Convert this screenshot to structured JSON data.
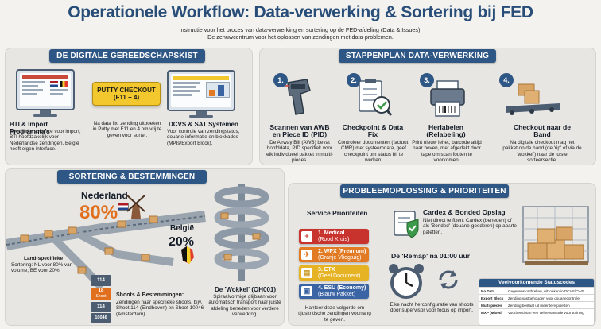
{
  "header": {
    "title": "Operationele Workflow: Data-verwerking & Sortering bij FED",
    "subtitle_line1": "Instructie voor het proces van data-verwerking en sortering op de FED-afdeling (Data & Issues).",
    "subtitle_line2": "De zenuwcentrum voor het oplossen van zendingen met data-problemen."
  },
  "tools": {
    "banner": "DE DIGITALE GEREEDSCHAPSKIST",
    "bti_title": "BTI & Import Programma's",
    "bti_text": "Specifieke software voor import; BTI hoofdzakelijk voor Nederlandse zendingen, België heeft eigen interface.",
    "putty_label": "PUTTY CHECKOUT",
    "putty_keys": "(F11 + 4)",
    "putty_text": "Na data fix: zending uitboeken in Putty met F11 en 4 om vrij te geven voor sorter.",
    "dcvs_title": "DCVS & SAT Systemen",
    "dcvs_text": "Voor controle van zendingstatus, douane-informatie en blokkades (MPIs/Export Block)."
  },
  "steps": {
    "banner": "STAPPENPLAN DATA-VERWERKING",
    "items": [
      {
        "num": "1.",
        "title": "Scannen van AWB en Piece ID (PID)",
        "text": "De Airway Bill (AWB) bevat hoofddata, PID specifiek voor elk individueel pakket in multi-pieces."
      },
      {
        "num": "2.",
        "title": "Checkpoint & Data Fix",
        "text": "Controleer documenten (factuut, CMR) met systeemdata, geef checkpoint om status bij te werken."
      },
      {
        "num": "3.",
        "title": "Herlabelen (Relabeling)",
        "text": "Print nieuw lehet; barcode altijd naar boven, met afgedekt door tape om scan fouten te voorkomen."
      },
      {
        "num": "4.",
        "title": "Checkout naar de Band",
        "text": "Na digitale checkout mag het pakket op de hand (de 'rip' of via de 'wokkel') naar de juiste sorteersectie."
      }
    ]
  },
  "sorting": {
    "banner": "SORTERING & BESTEMMINGEN",
    "nl_label": "Nederland",
    "nl_pct": "80%",
    "be_label": "België",
    "be_pct": "20%",
    "land_title": "Land-specifieke",
    "land_text": "Sortering: NL voor 80% van volume, BE voor 20%.",
    "shoot_a": "114",
    "shoot_b": "18",
    "shoot_b_sub": "Shoot",
    "shoot_c": "114",
    "shoot_d": "10046",
    "shoots_title": "Shoots & Bestemmingen:",
    "shoots_text": "Zendingen naar specifieke shoots, bijv. Shoot 114 (Eindhoven) en Shoot 10046 (Amsterdam).",
    "wokkel_title": "De 'Wokkel' (OH001)",
    "wokkel_text": "Spiraalvormige glijbaan voor automatisch transport naar juiste afdeling beneden voor verdere verwerking."
  },
  "problems": {
    "banner": "PROBLEEMOPLOSSING & PRIORITEITEN",
    "service_title": "Service Prioriteiten",
    "priorities": [
      {
        "label": "1. Medical",
        "sub": "(Rood Kruis)",
        "icon": "+",
        "color": "#c8332e"
      },
      {
        "label": "2. WPX (Premium)",
        "sub": "(Granje Vliegtuig)",
        "icon": "✈",
        "color": "#e17a22"
      },
      {
        "label": "3. ETX",
        "sub": "(Geel Document)",
        "icon": "▤",
        "color": "#e5b323"
      },
      {
        "label": "4. ESU (Economy)",
        "sub": "(Blauw Pakket)",
        "icon": "▣",
        "color": "#3a64a3"
      }
    ],
    "service_text": "Hanteer deze volgorde om tijdskritische zendingen voorrang te geven.",
    "cardex_title": "Cardex & Bonded Opslag",
    "cardex_text": "Niet direct te fixen: Cardex (beneden) of als 'Bonded' (douane-goederen) op aparte paletten.",
    "remap_title": "De 'Remap' na 01:00 uur",
    "remap_text": "Eike nacht herconfiguratie van shoots door supervisor voor focus op import.",
    "status_title": "Veelvoorkomende Statuscodes",
    "status_rows": [
      {
        "k": "No Data",
        "v": "Gegevens ontbreken, uitzoeken in DCVS/CWS"
      },
      {
        "k": "Export Block",
        "v": "Zending vastgehouden voor douanecontrole"
      },
      {
        "k": "Multi-pieces",
        "v": "Zending bestaat uit meerdere paletten"
      },
      {
        "k": "MXP (Mixed)",
        "v": "Voorbeeld van een tielfrelvancode voor training"
      }
    ]
  },
  "colors": {
    "accent": "#2f5786",
    "title": "#284d78",
    "putty_bg": "#f3c82e",
    "nl_orange": "#e0701d"
  }
}
